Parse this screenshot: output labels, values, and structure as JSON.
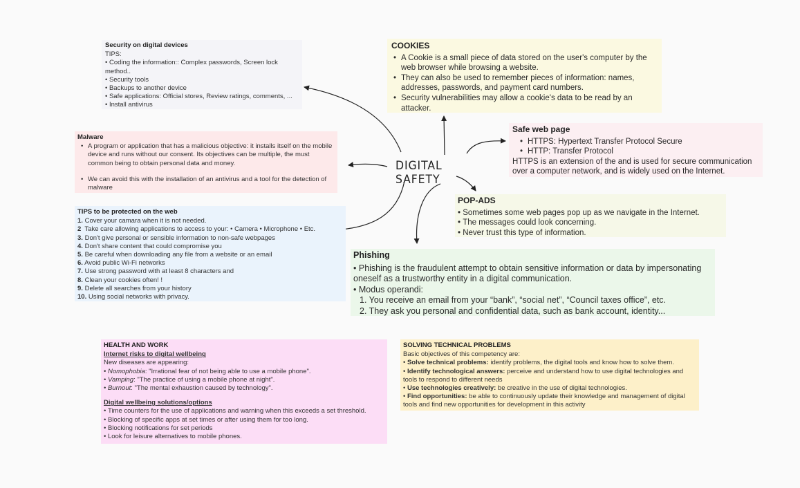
{
  "center_title": "DIGITAL SAFETY",
  "security": {
    "title": "Security on digital devices",
    "subtitle": "TIPS:",
    "items": [
      "Coding the information::  Complex passwords, Screen lock",
      "method..",
      "Security tools",
      "Backups to another device",
      "Safe applications: Official stores, Review ratings, comments, ...",
      "Install antivirus"
    ]
  },
  "malware": {
    "title": "Malware",
    "items": [
      "A program or application that has a malicious objective: it installs itself on the mobile device and runs without our consent. Its objectives can be multiple, the must common being to obtain personal data and money.",
      "We can avoid this with the installation of an antivirus and a tool for the detection of malware"
    ]
  },
  "tips": {
    "title": "TIPS to be protected on the web",
    "items": [
      {
        "n": "1.",
        "t": "Cover your camara when it is not needed."
      },
      {
        "n": "2",
        "t": "Take care allowing applications to access to your: • Camera • Microphone • Etc."
      },
      {
        "n": "3.",
        "t": "Don't give personal or sensible information to non-safe webpages"
      },
      {
        "n": "4.",
        "t": "Don't share content that could compromise you"
      },
      {
        "n": "5.",
        "t": "Be careful when downloading any file from a website or an email"
      },
      {
        "n": "6.",
        "t": "Avoid public Wi-Fi networks"
      },
      {
        "n": "7.",
        "t": "Use strong password with at least 8 characters and"
      },
      {
        "n": "8.",
        "t": "Clean your cookies often! !"
      },
      {
        "n": "9.",
        "t": "Delete all searches from your history"
      },
      {
        "n": "10.",
        "t": "Using social networks with privacy."
      }
    ]
  },
  "cookies": {
    "title": "COOKIES",
    "items": [
      "A Cookie is a small piece of data stored on the user's computer by the web browser while browsing a website.",
      "They can also be used to remember pieces of information: names, addresses, passwords, and payment card numbers.",
      "Security vulnerabilities may allow a cookie's data to be read by an attacker."
    ]
  },
  "safeweb": {
    "title": "Safe web page",
    "items": [
      "HTTPS: Hypertext Transfer Protocol Secure",
      "HTTP:  Transfer Protocol"
    ],
    "text": "HTTPS is an extension of the and is used for secure communication over a computer network, and is widely used on the Internet."
  },
  "popads": {
    "title": "POP-ADS",
    "items": [
      "Sometimes some web pages pop up as we navigate in the Internet.",
      "The messages could look concerning.",
      "Never trust this type of information."
    ]
  },
  "phishing": {
    "title": "Phishing",
    "intro": "Phishing is the fraudulent attempt to obtain sensitive information or data by impersonating oneself as a trustworthy entity in a digital communication.",
    "modus": "Modus operandi:",
    "steps": [
      "You receive an email from your “bank”, “social net”, “Council taxes office”, etc.",
      "They ask you personal and confidential data, such as bank account, identity..."
    ]
  },
  "health": {
    "title": "HEALTH AND WORK",
    "risks_title": "Internet risks to digital wellbeing",
    "risks_intro": "New diseases are appearing:",
    "risks": [
      {
        "term": "Nomophobia",
        "desc": ": \"Irrational fear of not being able to use a mobile phone\"."
      },
      {
        "term": "Vamping",
        "desc": ": \"The practice of using a mobile phone at night\"."
      },
      {
        "term": "Burnout",
        "desc": ": \"The mental exhaustion caused by technology\"."
      }
    ],
    "solutions_title": "Digital wellbeing solutions/options",
    "solutions": [
      "Time counters for the use of applications and warning when this exceeds a set threshold.",
      "Blocking of specific apps at set times or after using them for too long.",
      "Blocking notifications for set periods",
      "Look for leisure alternatives to mobile phones."
    ]
  },
  "solving": {
    "title": "SOLVING TECHNICAL PROBLEMS",
    "intro": "Basic objectives of this competency are:",
    "items": [
      {
        "term": "Solve technical problems:",
        "desc": " identify problems, the digital tools and know how to solve them."
      },
      {
        "term": "Identify technological answers:",
        "desc": " perceive and understand how to use digital technologies and tools to respond to different needs"
      },
      {
        "term": "Use technologies creatively:",
        "desc": " be creative in the use of digital technologies."
      },
      {
        "term": "Find opportunities:",
        "desc": " be able to continuously update their knowledge and management of digital tools and find new opportunities for development in this activity"
      }
    ]
  },
  "colors": {
    "security_bg": "#f4f4f8",
    "malware_bg": "#fde9ea",
    "tips_bg": "#eaf3fc",
    "cookies_bg": "#fbf9e1",
    "safeweb_bg": "#fceff2",
    "popads_bg": "#f6f8e8",
    "phishing_bg": "#ebf7ea",
    "health_bg": "#fcddf6",
    "solving_bg": "#fdf0c9",
    "arrow": "#222222"
  }
}
